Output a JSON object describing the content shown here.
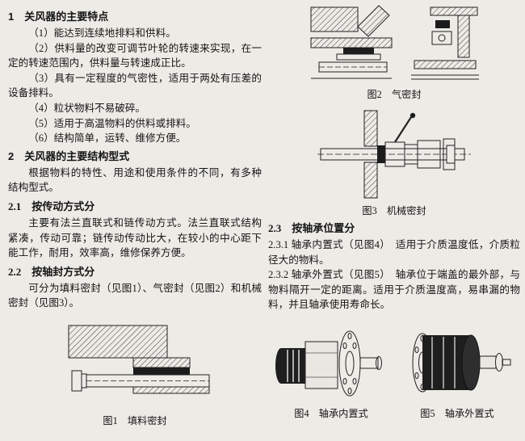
{
  "colors": {
    "paper": "#edebe6",
    "ink": "#151515",
    "line": "#222222"
  },
  "article": {
    "section1": {
      "heading": "1　关风器的主要特点",
      "items": [
        "（1）能达到连续地排料和供料。",
        "（2）供料量的改变可调节叶轮的转速来实现，在一定的转速范围内，供料量与转速成正比。",
        "（3）具有一定程度的气密性，适用于两处有压差的设备排料。",
        "（4）粒状物料不易破碎。",
        "（5）适用于高温物料的供料或排料。",
        "（6）结构简单，运转、维修方便。"
      ]
    },
    "section2": {
      "heading": "2　关风器的主要结构型式",
      "intro": "根据物料的特性、用途和使用条件的不同，有多种结构型式。",
      "sub21": {
        "heading": "2.1　按传动方式分",
        "body": "主要有法兰直联式和链传动方式。法兰直联式结构紧凑，传动可靠；链传动传动比大，在较小的中心距下能工作，耐用，效率高，维修保养方便。"
      },
      "sub22": {
        "heading": "2.2　按轴封方式分",
        "body": "可分为填料密封（见图1）、气密封（见图2）和机械密封（见图3）。"
      },
      "sub23": {
        "heading": "2.3　按轴承位置分",
        "item231": "2.3.1 轴承内置式（见图4）　适用于介质温度低，介质粒径大的物料。",
        "item232": "2.3.2 轴承外置式（见图5）　轴承位于端盖的最外部，与物料隔开一定的距离。适用于介质温度高，易串漏的物料，并且轴承使用寿命长。"
      }
    }
  },
  "figures": {
    "fig1": {
      "caption": "图1　填料密封"
    },
    "fig2": {
      "caption": "图2　气密封"
    },
    "fig3": {
      "caption": "图3　机械密封"
    },
    "fig4": {
      "caption": "图4　轴承内置式"
    },
    "fig5": {
      "caption": "图5　轴承外置式"
    }
  }
}
